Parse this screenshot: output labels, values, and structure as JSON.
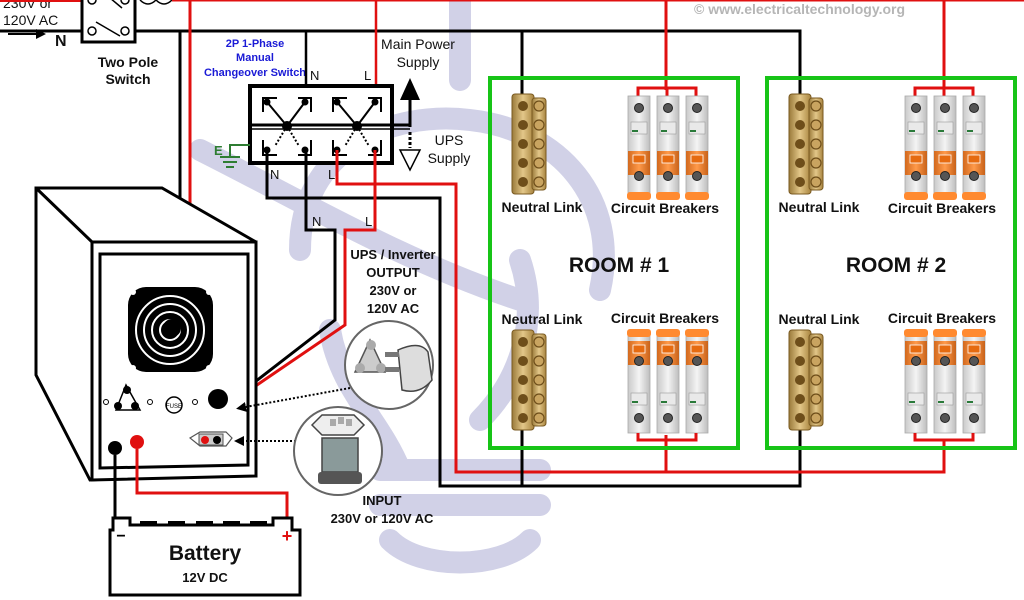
{
  "watermark": "© www.electricaltechnology.org",
  "colors": {
    "phase_wire": "#e01010",
    "neutral_wire": "#000000",
    "earth": "#2e7d32",
    "room_border": "#17c417",
    "label_blue": "#1a1ad6",
    "watermark_logo": "#c9c9e3"
  },
  "supply": {
    "voltage_line1": "230V or",
    "voltage_line2": "120V AC",
    "neutral_label": "N"
  },
  "two_pole_switch": {
    "title_line1": "Two Pole",
    "title_line2": "Switch"
  },
  "changeover_switch": {
    "title_line1": "2P 1-Phase",
    "title_line2": "Manual",
    "title_line3": "Changeover Switch",
    "top_n": "N",
    "top_l": "L",
    "bottom_n": "N",
    "bottom_l": "L",
    "earth_label": "E",
    "main_supply_line1": "Main Power",
    "main_supply_line2": "Supply",
    "ups_supply_line1": "UPS",
    "ups_supply_line2": "Supply"
  },
  "ups": {
    "output_n": "N",
    "output_l": "L",
    "output_line1": "UPS / Inverter",
    "output_line2": "OUTPUT",
    "output_line3": "230V or",
    "output_line4": "120V AC",
    "input_line1": "INPUT",
    "input_line2": "230V or 120V AC",
    "fuse_label": "FUSE"
  },
  "battery": {
    "title": "Battery",
    "voltage": "12V DC",
    "neg": "−",
    "pos": "+"
  },
  "rooms": [
    {
      "title": "ROOM # 1",
      "neutral_top": "Neutral Link",
      "breakers_top": "Circuit Breakers",
      "neutral_bottom": "Neutral Link",
      "breakers_bottom": "Circuit Breakers"
    },
    {
      "title": "ROOM # 2",
      "neutral_top": "Neutral Link",
      "breakers_top": "Circuit Breakers",
      "neutral_bottom": "Neutral Link",
      "breakers_bottom": "Circuit Breakers"
    }
  ]
}
